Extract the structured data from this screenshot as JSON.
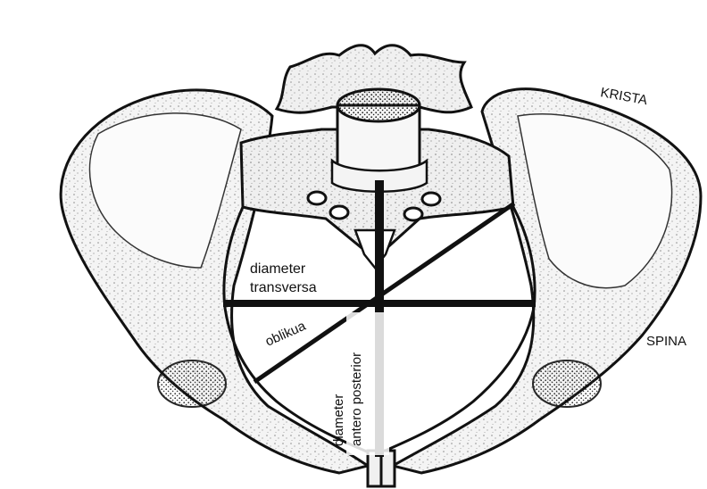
{
  "labels": {
    "krista": "KRISTA",
    "spina": "SPINA",
    "transversa_line1": "diameter",
    "transversa_line2": "transversa",
    "oblikua": "oblikua",
    "ap_line1": "diameter",
    "ap_line2": "antero posterior"
  },
  "colors": {
    "ink": "#111111",
    "bone_fill": "#f3f3f3",
    "stipple": "#2a2a2a",
    "background": "#ffffff"
  }
}
